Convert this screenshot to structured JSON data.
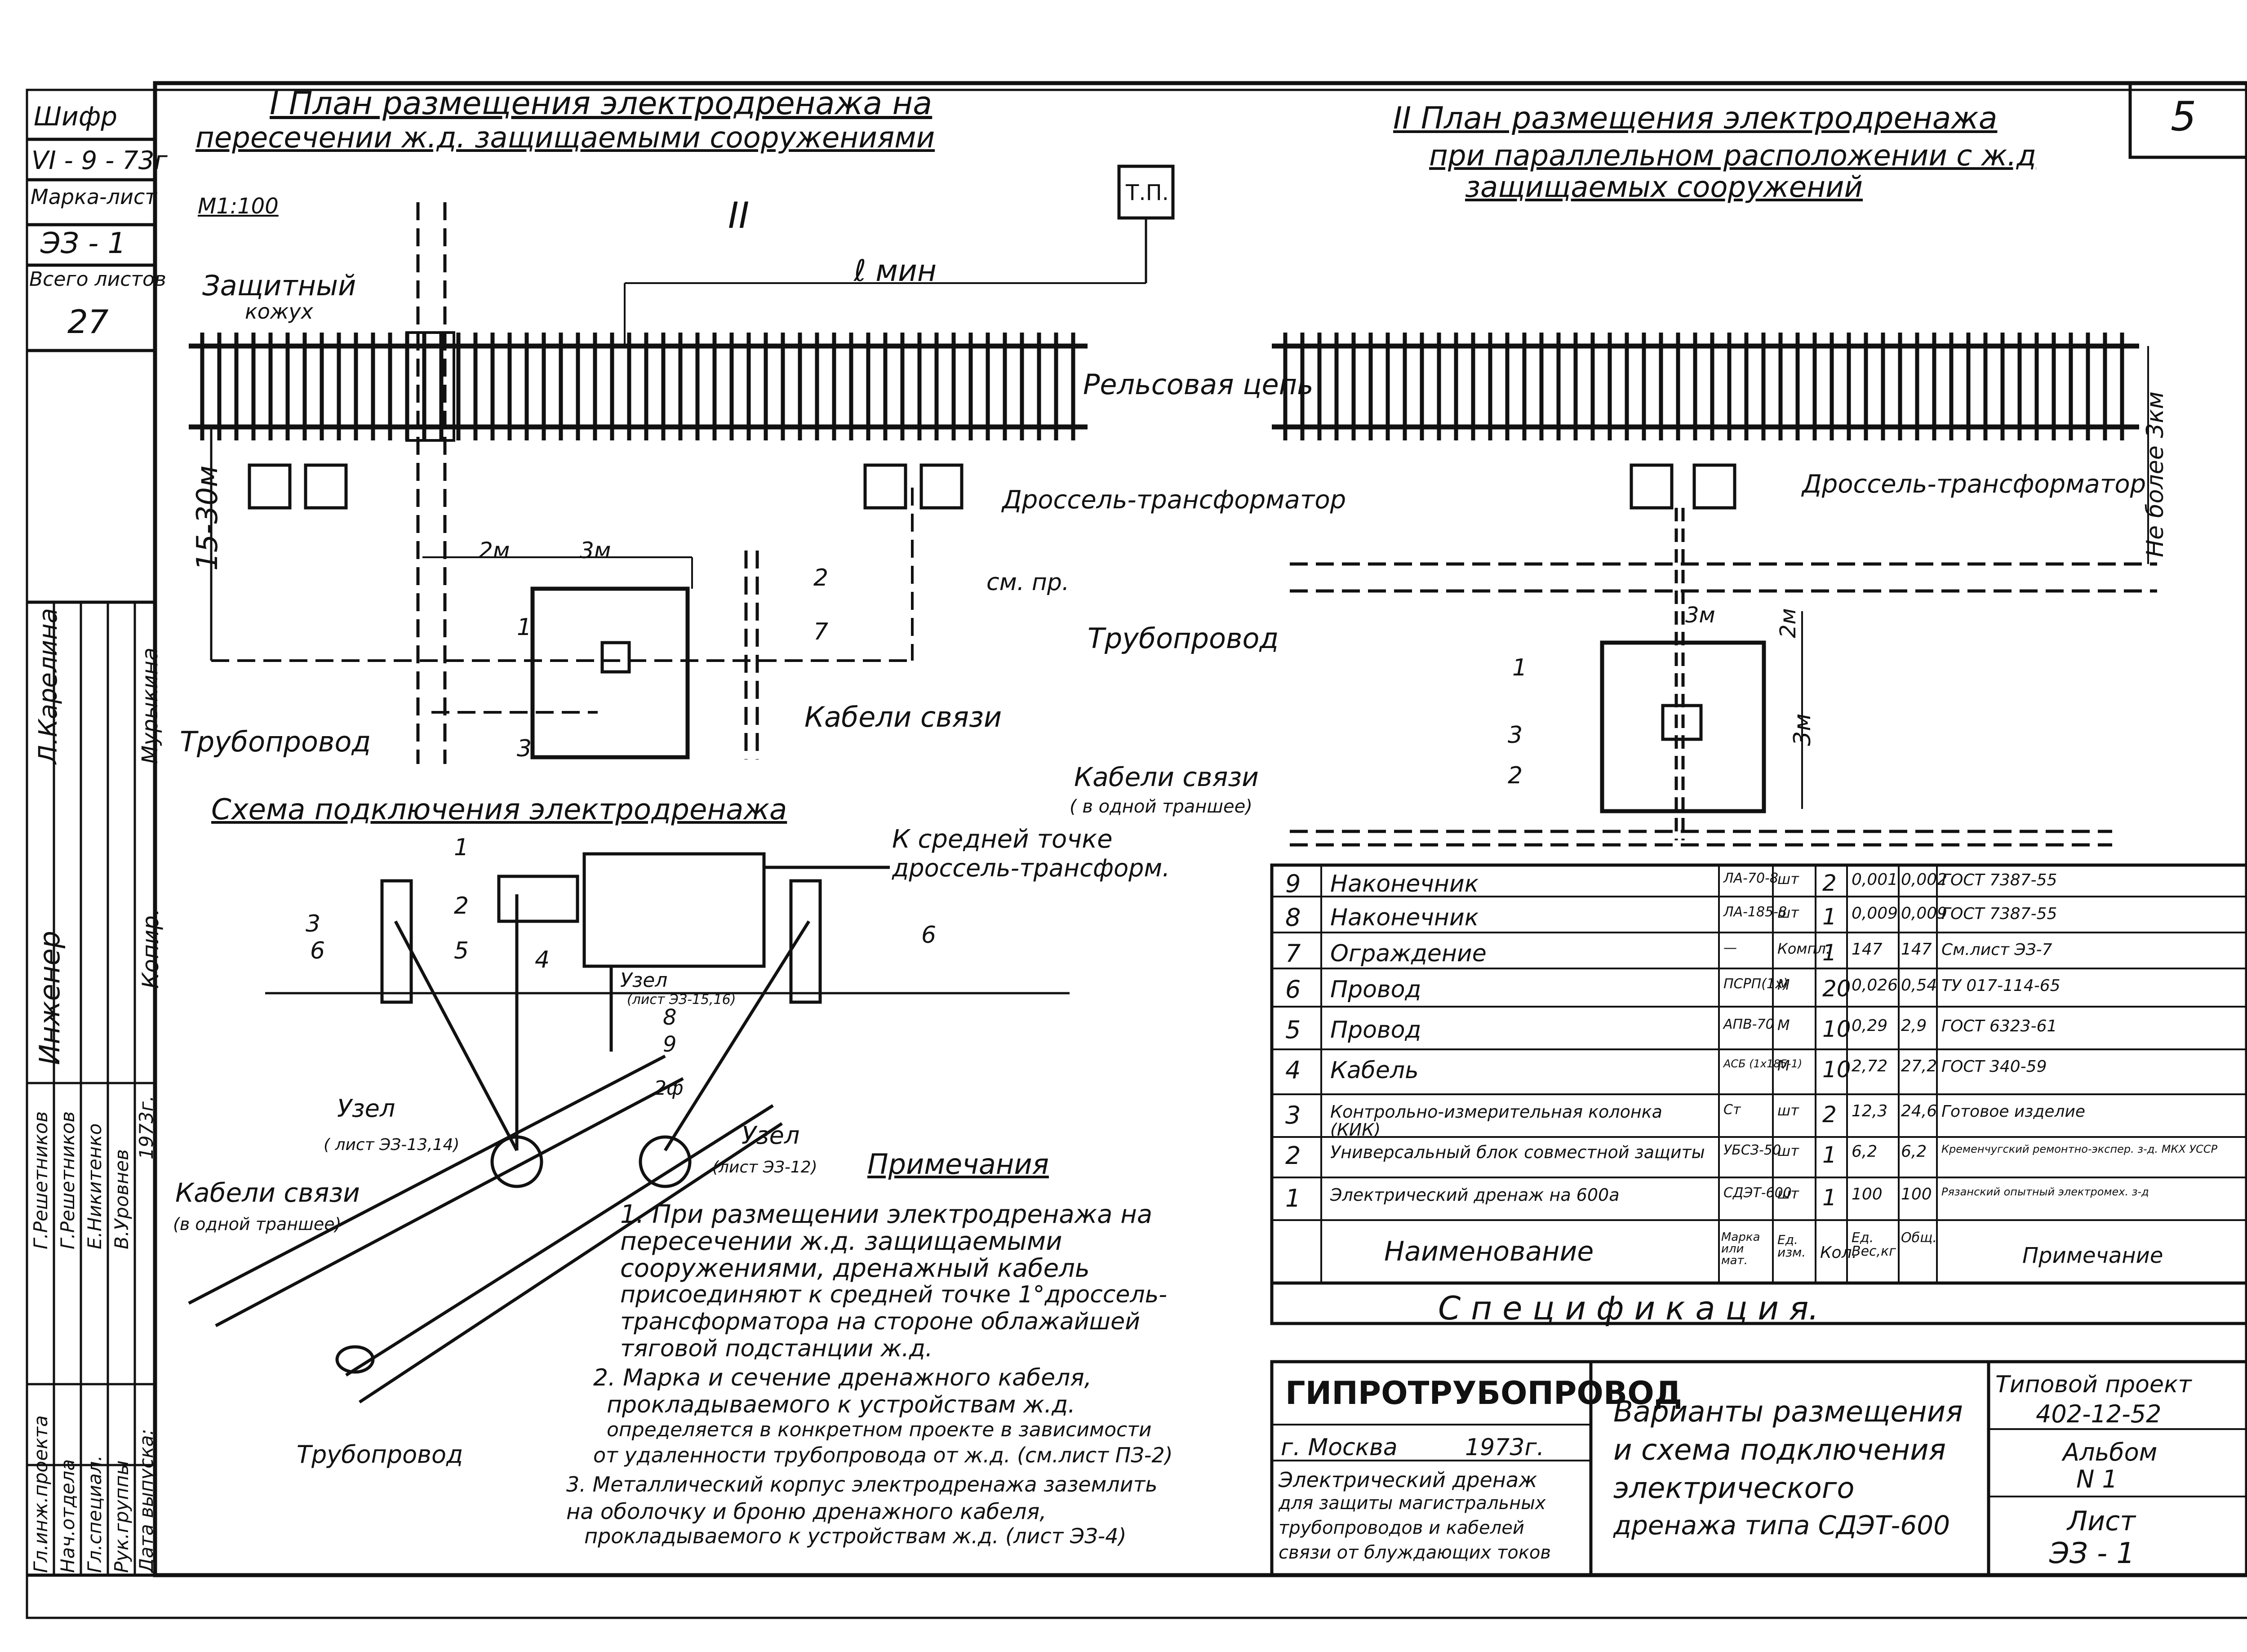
{
  "sheet_number": "5",
  "side_stamp": {
    "shifr_label": "Шифр",
    "shifr_value": "VI - 9 - 73г",
    "marka_label": "Марка-лист",
    "marka_value": "ЭЗ - 1",
    "vsego_label": "Всего листов",
    "vsego_value": "27",
    "roles": [
      "Гл.инж.проекта",
      "Нач.отдела",
      "Гл.специал.",
      "Рук.группы",
      "Дата выпуска:"
    ],
    "names": [
      "Г.Решетников",
      "Г.Решетников",
      "Е.Никитенко",
      "В.Уровнев",
      "1973г."
    ],
    "extra_roles": [
      "Инженер",
      "Копир."
    ],
    "extra_names": [
      "Л.Карелина",
      "Мурыкина"
    ]
  },
  "plan1": {
    "title_line1": "I  План размещения электродренажа на",
    "title_line2": "пересечении ж.д. защищаемыми сооружениями",
    "scale": "М1:100",
    "section_mark": "II",
    "tp": "Т.П.",
    "l_min": "ℓ мин",
    "casing": "Защитный",
    "casing2": "кожух",
    "rail": "Рельсовая цепь",
    "choke": "Дроссель-трансформатор",
    "dist_vert": "15-30м",
    "dim_2m": "2м",
    "dim_3m": "3м",
    "see_pr": "см. пр.",
    "pipeline": "Трубопровод",
    "cables": "Кабели связи",
    "n1": "1",
    "n2": "2",
    "n3": "3",
    "n7": "7"
  },
  "plan2": {
    "title_line1": "II  План размещения электродренажа",
    "title_line2": "при параллельном расположении с ж.д",
    "title_line3": "защищаемых сооружений",
    "choke": "Дроссель-трансформатор",
    "max_dist": "Не более 3км",
    "pipeline": "Трубопровод",
    "dim_3m": "3м",
    "dim_2m": "2м",
    "dim_3m_v": "3м",
    "cables": "Кабели связи",
    "cables_note": "( в одной траншее)",
    "n1": "1",
    "n2": "2",
    "n3": "3"
  },
  "scheme": {
    "title": "Схема подключения электродренажа",
    "to_midpoint": "К средней точке",
    "to_midpoint2": "дроссель-трансформ.",
    "node_label": "Узел",
    "node_ref": "(лист ЭЗ-15,16)",
    "node_a": "Узел",
    "node_a_ref": "( лист ЭЗ-13,14)",
    "node_b": "Узел",
    "node_b_ref": "(лист ЭЗ-12)",
    "two_phi": "2ф",
    "cables": "Кабели связи",
    "cables_note": "(в одной траншее)",
    "pipeline": "Трубопровод",
    "n1": "1",
    "n2": "2",
    "n3": "3",
    "n4": "4",
    "n5": "5",
    "n6a": "6",
    "n6b": "6",
    "n8": "8",
    "n9": "9"
  },
  "notes": {
    "title": "Примечания",
    "lines": [
      "1. При размещении электродренажа на",
      "пересечении ж.д. защищаемыми",
      "сооружениями, дренажный кабель",
      "присоединяют к средней точке 1°дроссель-",
      "трансформатора на стороне облажайшей",
      "тяговой подстанции ж.д.",
      "2. Марка и сечение дренажного кабеля,",
      "прокладываемого к устройствам ж.д.",
      "определяется в конкретном проекте в зависимости",
      "от удаленности трубопровода от ж.д. (см.лист ПЗ-2)",
      "3. Металлический корпус электродренажа заземлить",
      "на оболочку и броню дренажного кабеля,",
      "прокладываемого к устройствам ж.д. (лист ЭЗ-4)"
    ]
  },
  "spec": {
    "title": "С п е ц и ф и к а ц и я.",
    "header": [
      "",
      "Наименование",
      "Марка или мат.",
      "Ед. изм.",
      "Кол.",
      "Ед. Вес,кг",
      "Общ.",
      "Примечание"
    ],
    "rows": [
      [
        "9",
        "Наконечник",
        "ЛА-70-8",
        "шт",
        "2",
        "0,001",
        "0,002",
        "ГОСТ 7387-55"
      ],
      [
        "8",
        "Наконечник",
        "ЛА-185-8",
        "шт",
        "1",
        "0,009",
        "0,009",
        "ГОСТ 7387-55"
      ],
      [
        "7",
        "Ограждение",
        "—",
        "Компл.",
        "1",
        "147",
        "147",
        "См.лист ЭЗ-7"
      ],
      [
        "6",
        "Провод",
        "ПСРП(1х)",
        "М",
        "20",
        "0,026",
        "0,54",
        "ТУ 017-114-65"
      ],
      [
        "5",
        "Провод",
        "АПВ-70",
        "М",
        "10",
        "0,29",
        "2,9",
        "ГОСТ 6323-61"
      ],
      [
        "4",
        "Кабель",
        "АСБ (1х185-1)",
        "М",
        "10",
        "2,72",
        "27,2",
        "ГОСТ 340-59"
      ],
      [
        "3",
        "Контрольно-измерительная колонка (КИК)",
        "Ст",
        "шт",
        "2",
        "12,3",
        "24,6",
        "Готовое изделие"
      ],
      [
        "2",
        "Универсальный блок совместной защиты",
        "УБСЗ-50",
        "шт",
        "1",
        "6,2",
        "6,2",
        "Кременчугский ремонтно-экспер. з-д. МКХ УССР"
      ],
      [
        "1",
        "Электрический дренаж на 600а",
        "СДЭТ-600",
        "шт",
        "1",
        "100",
        "100",
        "Рязанский опытный электромех. з-д"
      ]
    ]
  },
  "title_block": {
    "org": "ГИПРОТРУБОПРОВОД",
    "city": "г. Москва",
    "year": "1973г.",
    "subject": [
      "Электрический дренаж",
      "для защиты магистральных",
      "трубопроводов и кабелей",
      "связи от блуждающих токов"
    ],
    "name": [
      "Варианты размещения",
      "и схема подключения",
      "электрического",
      "дренажа типа СДЭТ-600"
    ],
    "typ_label": "Типовой проект",
    "typ_value": "402-12-52",
    "album_label": "Альбом",
    "album_value": "N 1",
    "list_label": "Лист",
    "list_value": "ЭЗ - 1"
  }
}
